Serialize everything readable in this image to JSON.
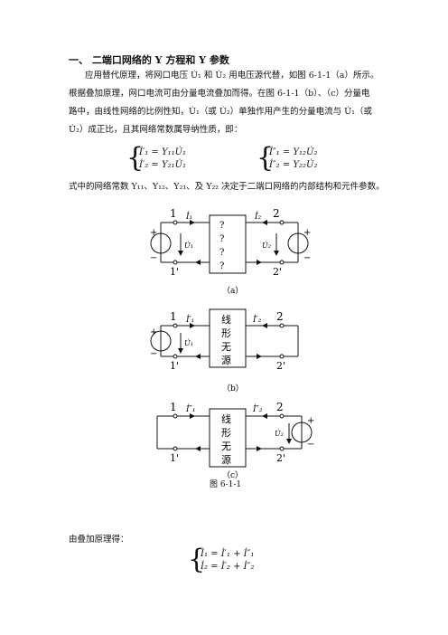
{
  "section": {
    "heading": "一、 二端口网络的 Y 方程和 Y 参数"
  },
  "paragraph1": {
    "line1": "应用替代原理，将网口电压 U̇₁ 和 U̇₂ 用电压源代替，如图 6-1-1（a）所示。",
    "line2": "根据叠加原理，网口电流可由分量电流叠加而得。在图 6-1-1（b）、（c）分量电",
    "line3": "路中，由线性网络的比例性知，U̇₁（或 U̇₂）单独作用产生的分量电流与 U̇₁（或",
    "line4": "U̇₂）成正比，且其网络常数属导纳性质，即："
  },
  "equations1": {
    "left_a": "İ′₁ = Y₁₁U̇₁",
    "left_b": "İ′₂ = Y₂₁U̇₁",
    "right_a": "İ″₁ = Y₁₂U̇₂",
    "right_b": "İ″₂ = Y₂₂U̇₂"
  },
  "paragraph2": "式中的网络常数 Y₁₁、Y₁₂、Y₂₁、及 Y₂₂ 决定于二端口网络的内部结构和元件参数。",
  "figure_a": {
    "box_marks": [
      "?",
      "?",
      "?",
      "?"
    ],
    "port1": "1",
    "port1p": "1'",
    "port2": "2",
    "port2p": "2'",
    "i1": "İ₁",
    "i2": "İ₂",
    "u1": "U̇₁",
    "u2": "U̇₂",
    "plus": "+",
    "minus": "−",
    "caption": "（a）"
  },
  "figure_b": {
    "box_text": [
      "线",
      "形",
      "无",
      "源"
    ],
    "port1": "1",
    "port1p": "1'",
    "port2": "2",
    "port2p": "2'",
    "i1": "İ′₁",
    "i2": "İ′₂",
    "u1": "U̇₁",
    "plus": "+",
    "minus": "−",
    "caption": "（b）"
  },
  "figure_c": {
    "box_text": [
      "线",
      "形",
      "无",
      "源"
    ],
    "port1": "1",
    "port1p": "1'",
    "port2": "2",
    "port2p": "2'",
    "i1": "İ″₁",
    "i2": "İ″₂",
    "u2": "U̇₂",
    "plus": "+",
    "minus": "−",
    "caption": "（c）"
  },
  "figure_caption": "图 6-1-1",
  "paragraph3": "由叠加原理得：",
  "equations2": {
    "a": "İ₁ = İ′₁ + İ″₁",
    "b": "İ₂ = İ′₂ + İ″₂"
  }
}
